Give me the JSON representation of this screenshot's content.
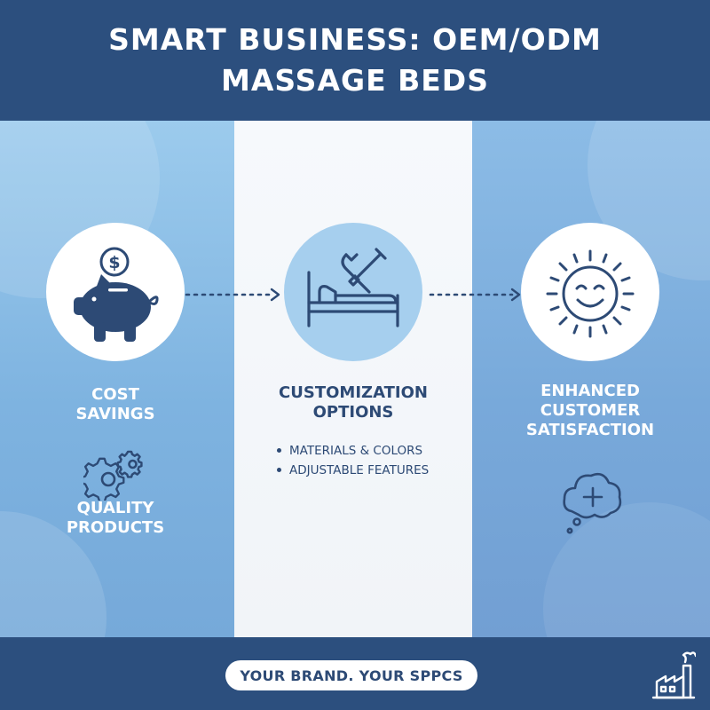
{
  "header": {
    "title_line1": "SMART BUSINESS: OEM/ODM",
    "title_line2": "MASSAGE BEDS"
  },
  "columns": {
    "left": {
      "label_line1": "COST",
      "label_line2": "SAVINGS",
      "sub_label_line1": "QUALITY",
      "sub_label_line2": "PRODUCTS",
      "icons": [
        "piggy-bank-icon",
        "dollar-coin-icon",
        "gears-icon"
      ]
    },
    "middle": {
      "label_line1": "CUSTOMIZATION",
      "label_line2": "OPTIONS",
      "bullets": [
        "MATERIALS & COLORS",
        "ADJUSTABLE FEATURES"
      ],
      "icons": [
        "bed-tools-icon"
      ]
    },
    "right": {
      "label_line1": "ENHANCED",
      "label_line2": "CUSTOMER",
      "label_line3": "SATISFACTION",
      "icons": [
        "smiling-sun-icon",
        "thought-bubble-plus-icon"
      ]
    }
  },
  "footer": {
    "tagline": "YOUR BRAND. YOUR SPPCS",
    "icons": [
      "factory-icon"
    ]
  },
  "colors": {
    "navy": "#2c4f7e",
    "text_navy": "#2d4a75",
    "light_blue": "#a6cfee",
    "white": "#ffffff"
  }
}
